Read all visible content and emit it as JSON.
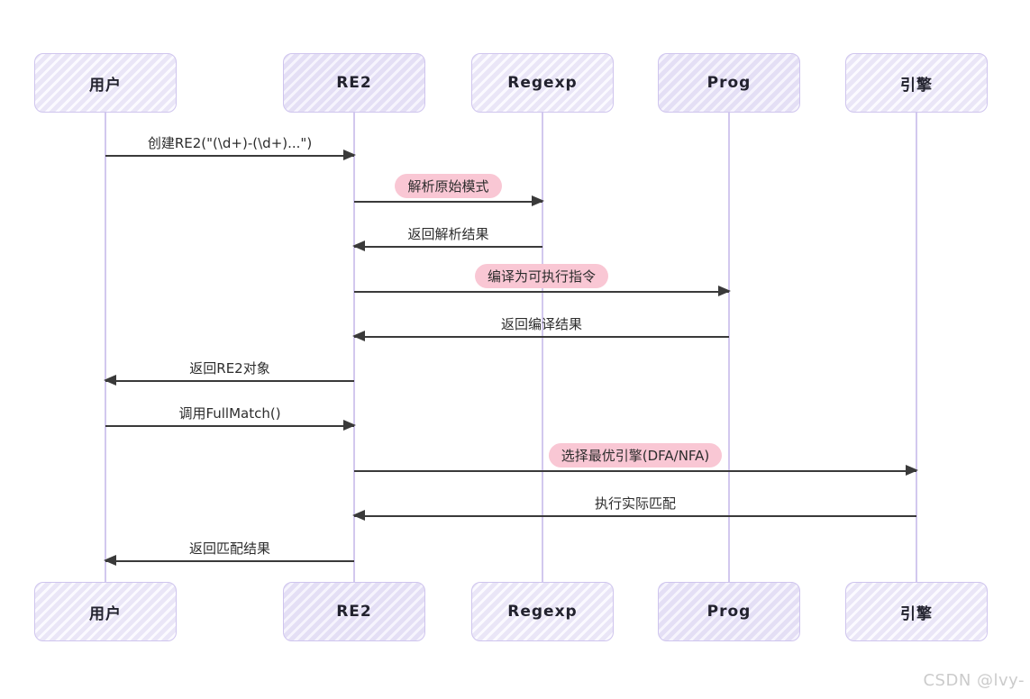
{
  "diagram": {
    "type": "sequence-diagram",
    "actors": [
      {
        "id": "user",
        "label": "用户"
      },
      {
        "id": "re2",
        "label": "RE2"
      },
      {
        "id": "regexp",
        "label": "Regexp"
      },
      {
        "id": "prog",
        "label": "Prog"
      },
      {
        "id": "engine",
        "label": "引擎"
      }
    ],
    "messages": [
      {
        "from": "用户",
        "to": "RE2",
        "label": "创建RE2(\"(\\d+)-(\\d+)...\")",
        "highlight": false
      },
      {
        "from": "RE2",
        "to": "Regexp",
        "label": "解析原始模式",
        "highlight": true
      },
      {
        "from": "Regexp",
        "to": "RE2",
        "label": "返回解析结果",
        "highlight": false
      },
      {
        "from": "RE2",
        "to": "Prog",
        "label": "编译为可执行指令",
        "highlight": true
      },
      {
        "from": "Prog",
        "to": "RE2",
        "label": "返回编译结果",
        "highlight": false
      },
      {
        "from": "RE2",
        "to": "用户",
        "label": "返回RE2对象",
        "highlight": false
      },
      {
        "from": "用户",
        "to": "RE2",
        "label": "调用FullMatch()",
        "highlight": false
      },
      {
        "from": "RE2",
        "to": "引擎",
        "label": "选择最优引擎(DFA/NFA)",
        "highlight": true
      },
      {
        "from": "引擎",
        "to": "RE2",
        "label": "执行实际匹配",
        "highlight": false
      },
      {
        "from": "RE2",
        "to": "用户",
        "label": "返回匹配结果",
        "highlight": false
      }
    ],
    "colors": {
      "actor_border": "#cfc5ee",
      "actor_fill": "#eae6f7",
      "lifeline": "#d2c8ee",
      "arrow": "#3a3a3a",
      "highlight_pill": "#f9c7d4",
      "watermark": "#cbcbcb"
    }
  },
  "watermark": "CSDN @lvy-"
}
